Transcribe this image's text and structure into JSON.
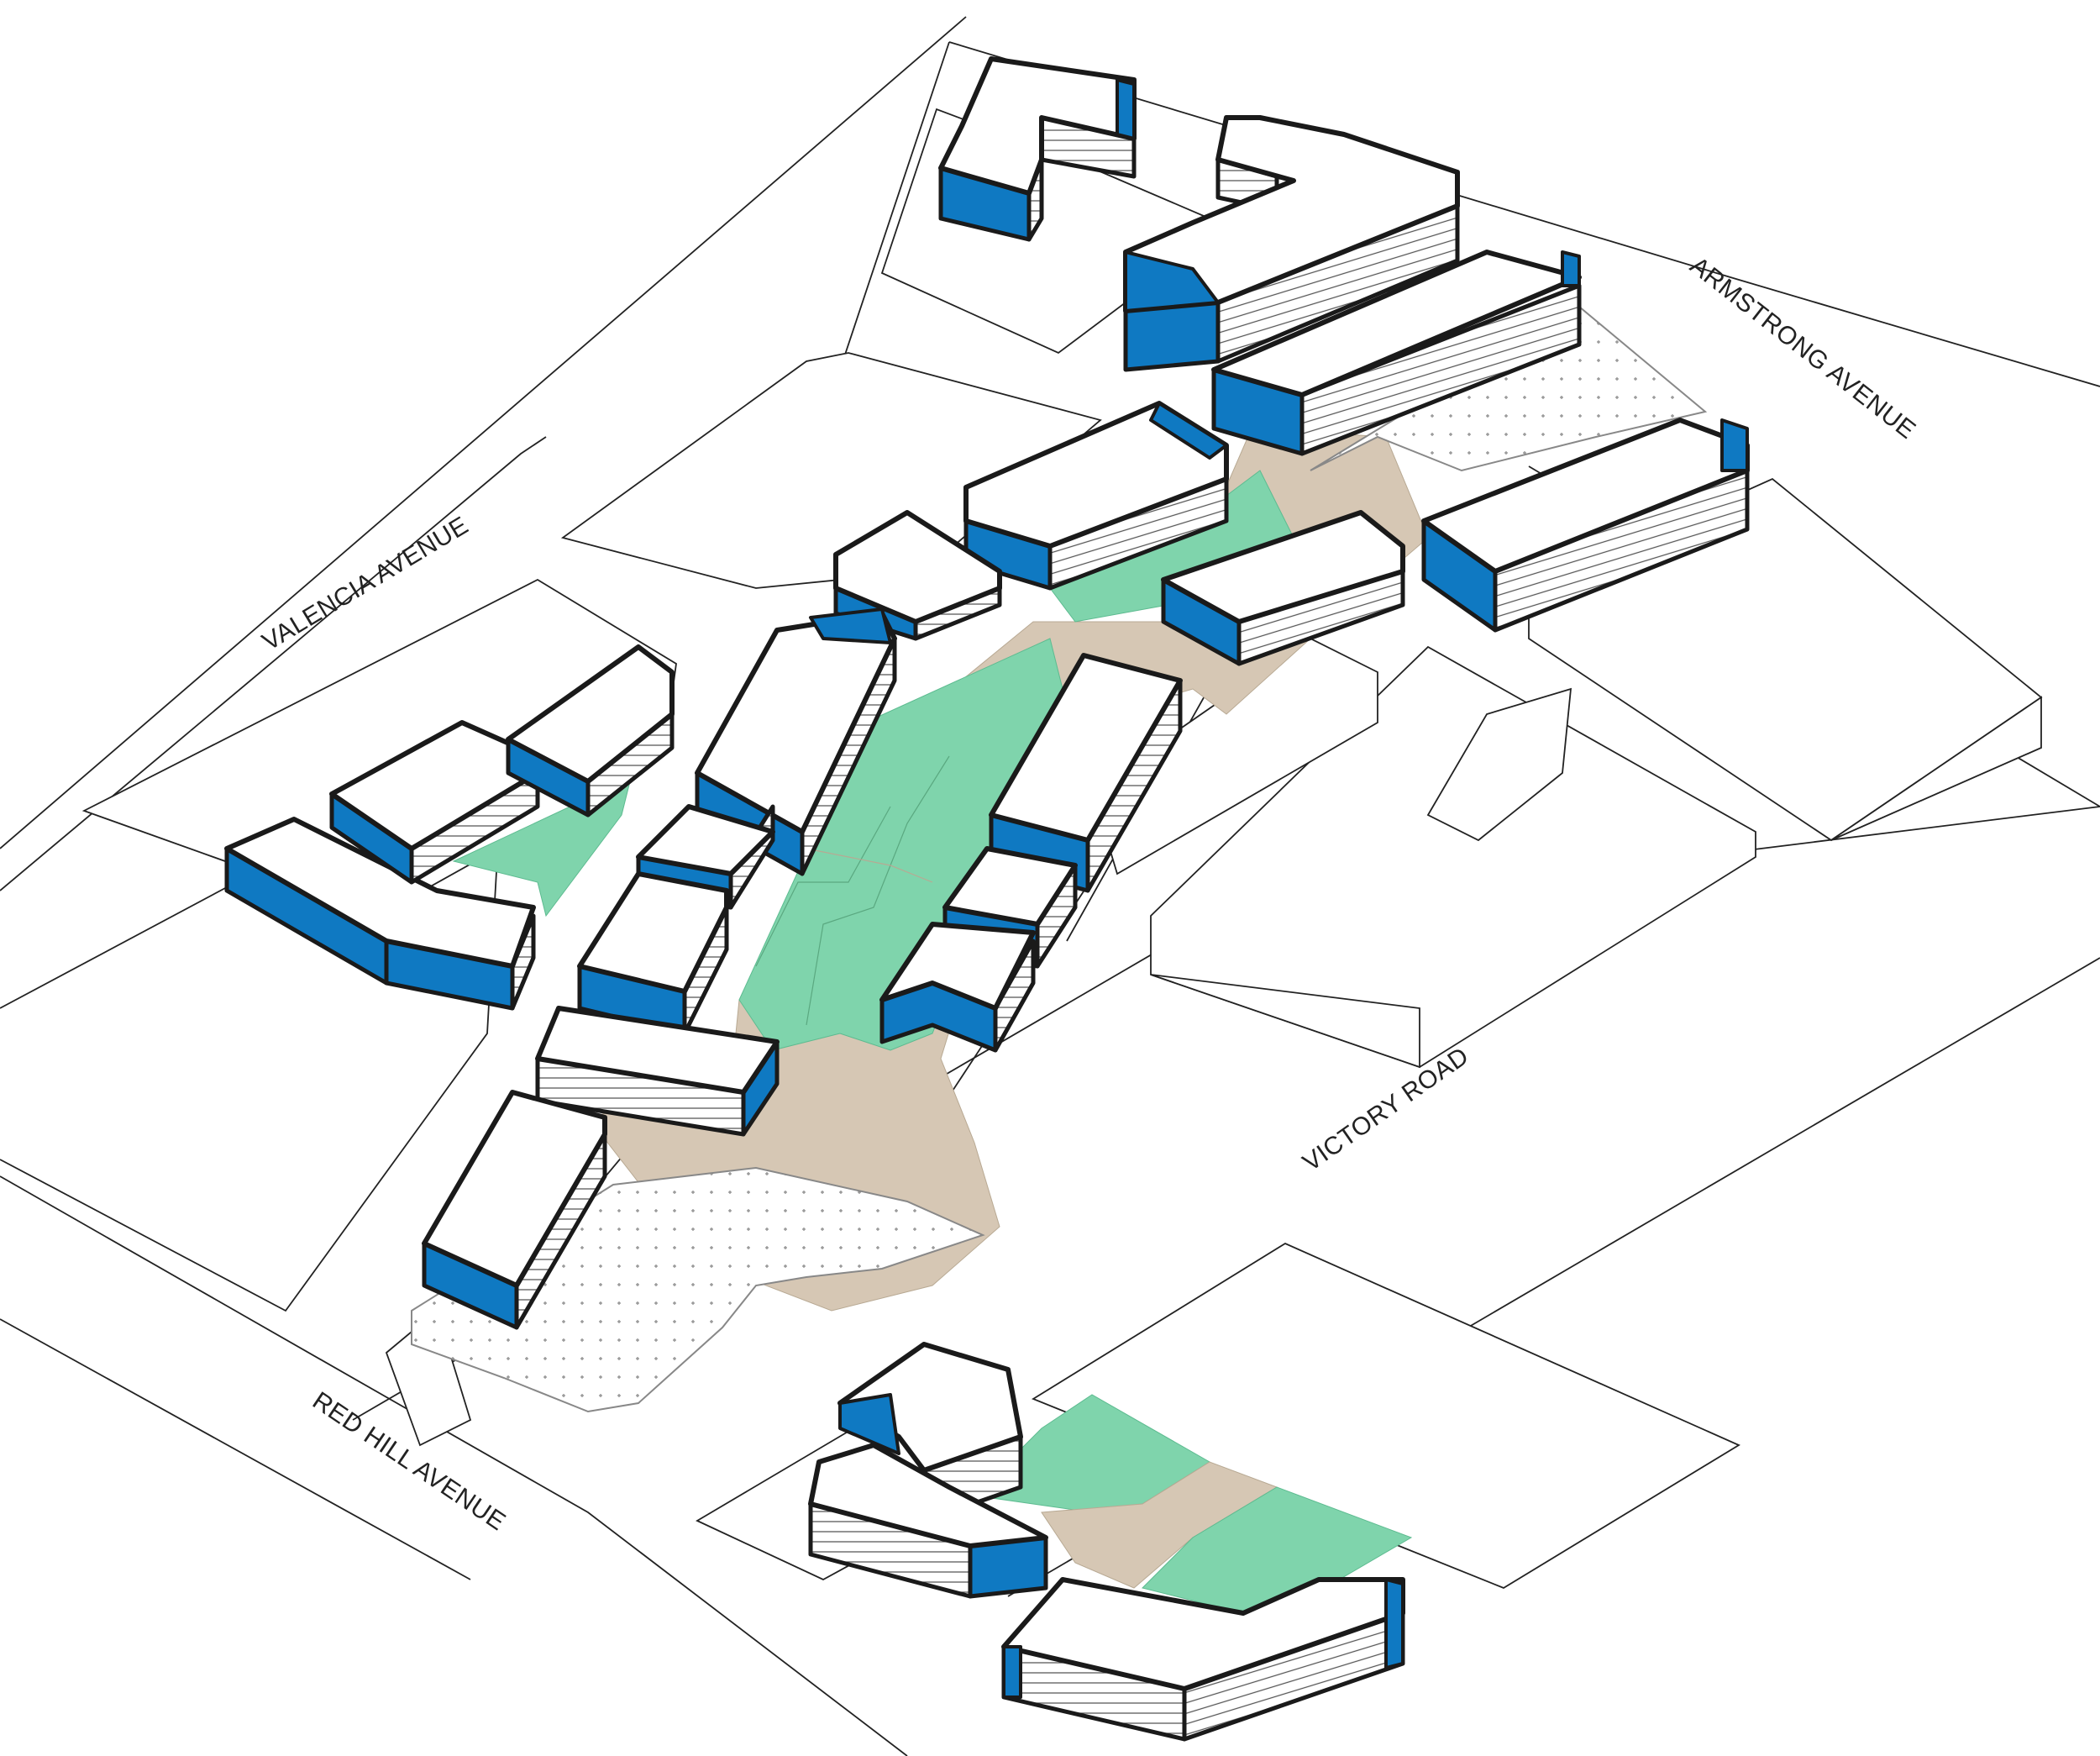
{
  "streets": {
    "valencia": "VALENCIA AVENUE",
    "armstrong": "ARMSTRONG AVENUE",
    "victory": "VICTORY ROAD",
    "red_hill": "RED HILL AVENUE"
  },
  "colors": {
    "building_accent": "#0f79c2",
    "open_space_green": "#7fd4ac",
    "plaza_tan": "#d6c7b4",
    "line": "#1a1a1a"
  }
}
